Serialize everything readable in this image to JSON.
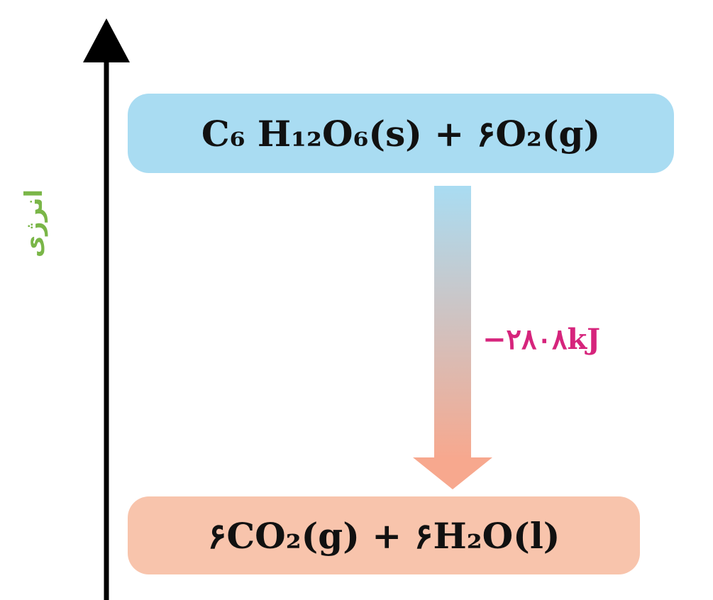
{
  "diagram": {
    "axis_label": "انرژی",
    "reactants": "C₆ H₁₂O₆(s) + ۶O₂(g)",
    "products": "۶CO₂(g) + ۶H₂O(l)",
    "enthalpy_change": "−۲۸۰۸kJ"
  },
  "colors": {
    "reactants_fill": "#a9dcf2",
    "products_fill": "#f8c4ac",
    "arrow_top": "#a9dcf2",
    "arrow_bottom": "#f7a88e",
    "delta_text": "#d6247c",
    "axis_label_text": "#7ab648",
    "axis": "#000000"
  }
}
